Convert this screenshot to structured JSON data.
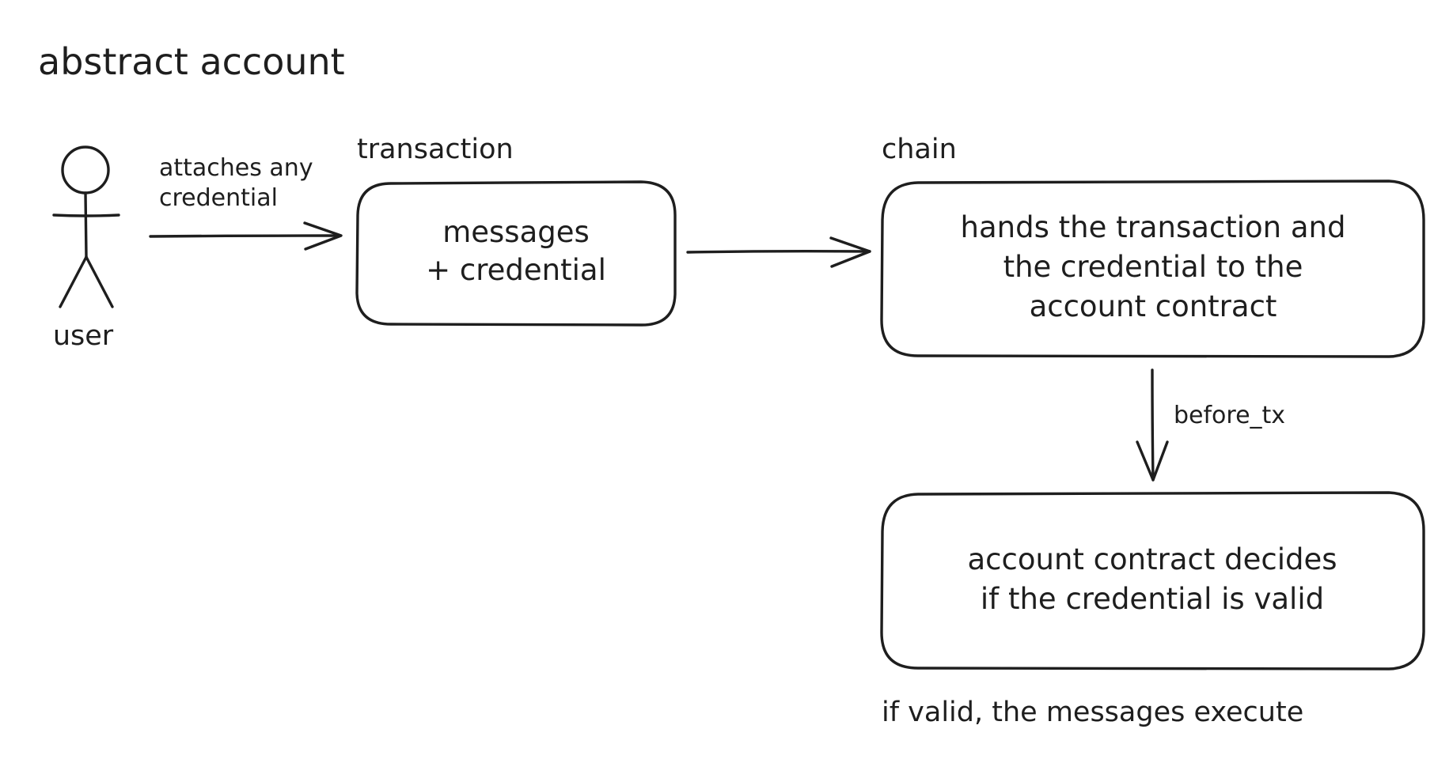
{
  "title": "abstract account",
  "actor": {
    "label": "user"
  },
  "edges": {
    "user_to_transaction": [
      "attaches any",
      "credential"
    ],
    "chain_to_contract": "before_tx"
  },
  "nodes": {
    "transaction": {
      "caption": "transaction",
      "lines": [
        "messages",
        "+ credential"
      ]
    },
    "chain": {
      "caption": "chain",
      "lines": [
        "hands the transaction and",
        "the credential to the",
        "account contract"
      ]
    },
    "account_contract": {
      "lines": [
        "account contract decides",
        "if the credential is valid"
      ]
    }
  },
  "footer_note": "if valid, the messages execute"
}
